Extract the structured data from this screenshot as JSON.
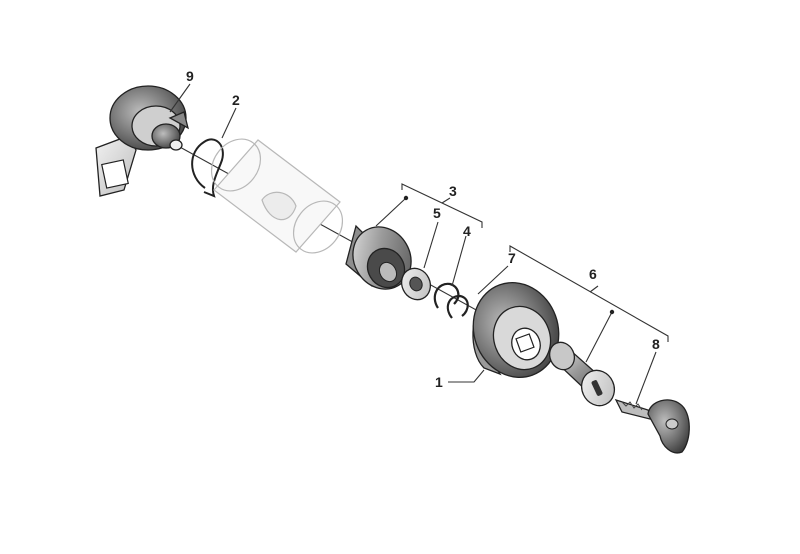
{
  "callouts": {
    "p1": "1",
    "p2": "2",
    "p3": "3",
    "p4": "4",
    "p5": "5",
    "p6": "6",
    "p7": "7",
    "p8": "8",
    "p9": "9"
  }
}
